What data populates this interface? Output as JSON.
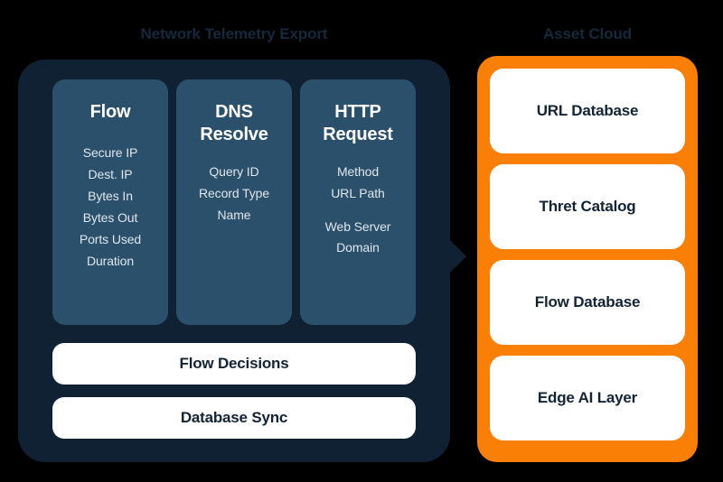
{
  "background_color": "#000000",
  "palette": {
    "panel_dark": "#0f2132",
    "card_dark": "#2a506c",
    "panel_orange": "#fa7f07",
    "card_white": "#ffffff",
    "title_navy": "#14293c",
    "text_on_dark": "#dfe6ec",
    "text_on_white": "#132334"
  },
  "left_section": {
    "title": "Network Telemetry Export",
    "cards": [
      {
        "title": "Flow",
        "title_lines": [
          "Flow"
        ],
        "items": [
          "Secure IP",
          "Dest. IP",
          "Bytes In",
          "Bytes Out",
          "Ports Used",
          "Duration"
        ]
      },
      {
        "title": "DNS Resolve",
        "title_lines": [
          "DNS",
          "Resolve"
        ],
        "items": [
          "Query ID",
          "Record Type",
          "Name"
        ]
      },
      {
        "title": "HTTP Request",
        "title_lines": [
          "HTTP",
          "Request"
        ],
        "items": [
          "Method",
          "URL Path",
          "Web Server Domain"
        ]
      }
    ],
    "bars": [
      {
        "label": "Flow Decisions"
      },
      {
        "label": "Database Sync"
      }
    ]
  },
  "right_section": {
    "title": "Asset Cloud",
    "cards": [
      {
        "label": "URL Database"
      },
      {
        "label": "Thret Catalog"
      },
      {
        "label": "Flow Database"
      },
      {
        "label": "Edge AI Layer"
      }
    ]
  }
}
